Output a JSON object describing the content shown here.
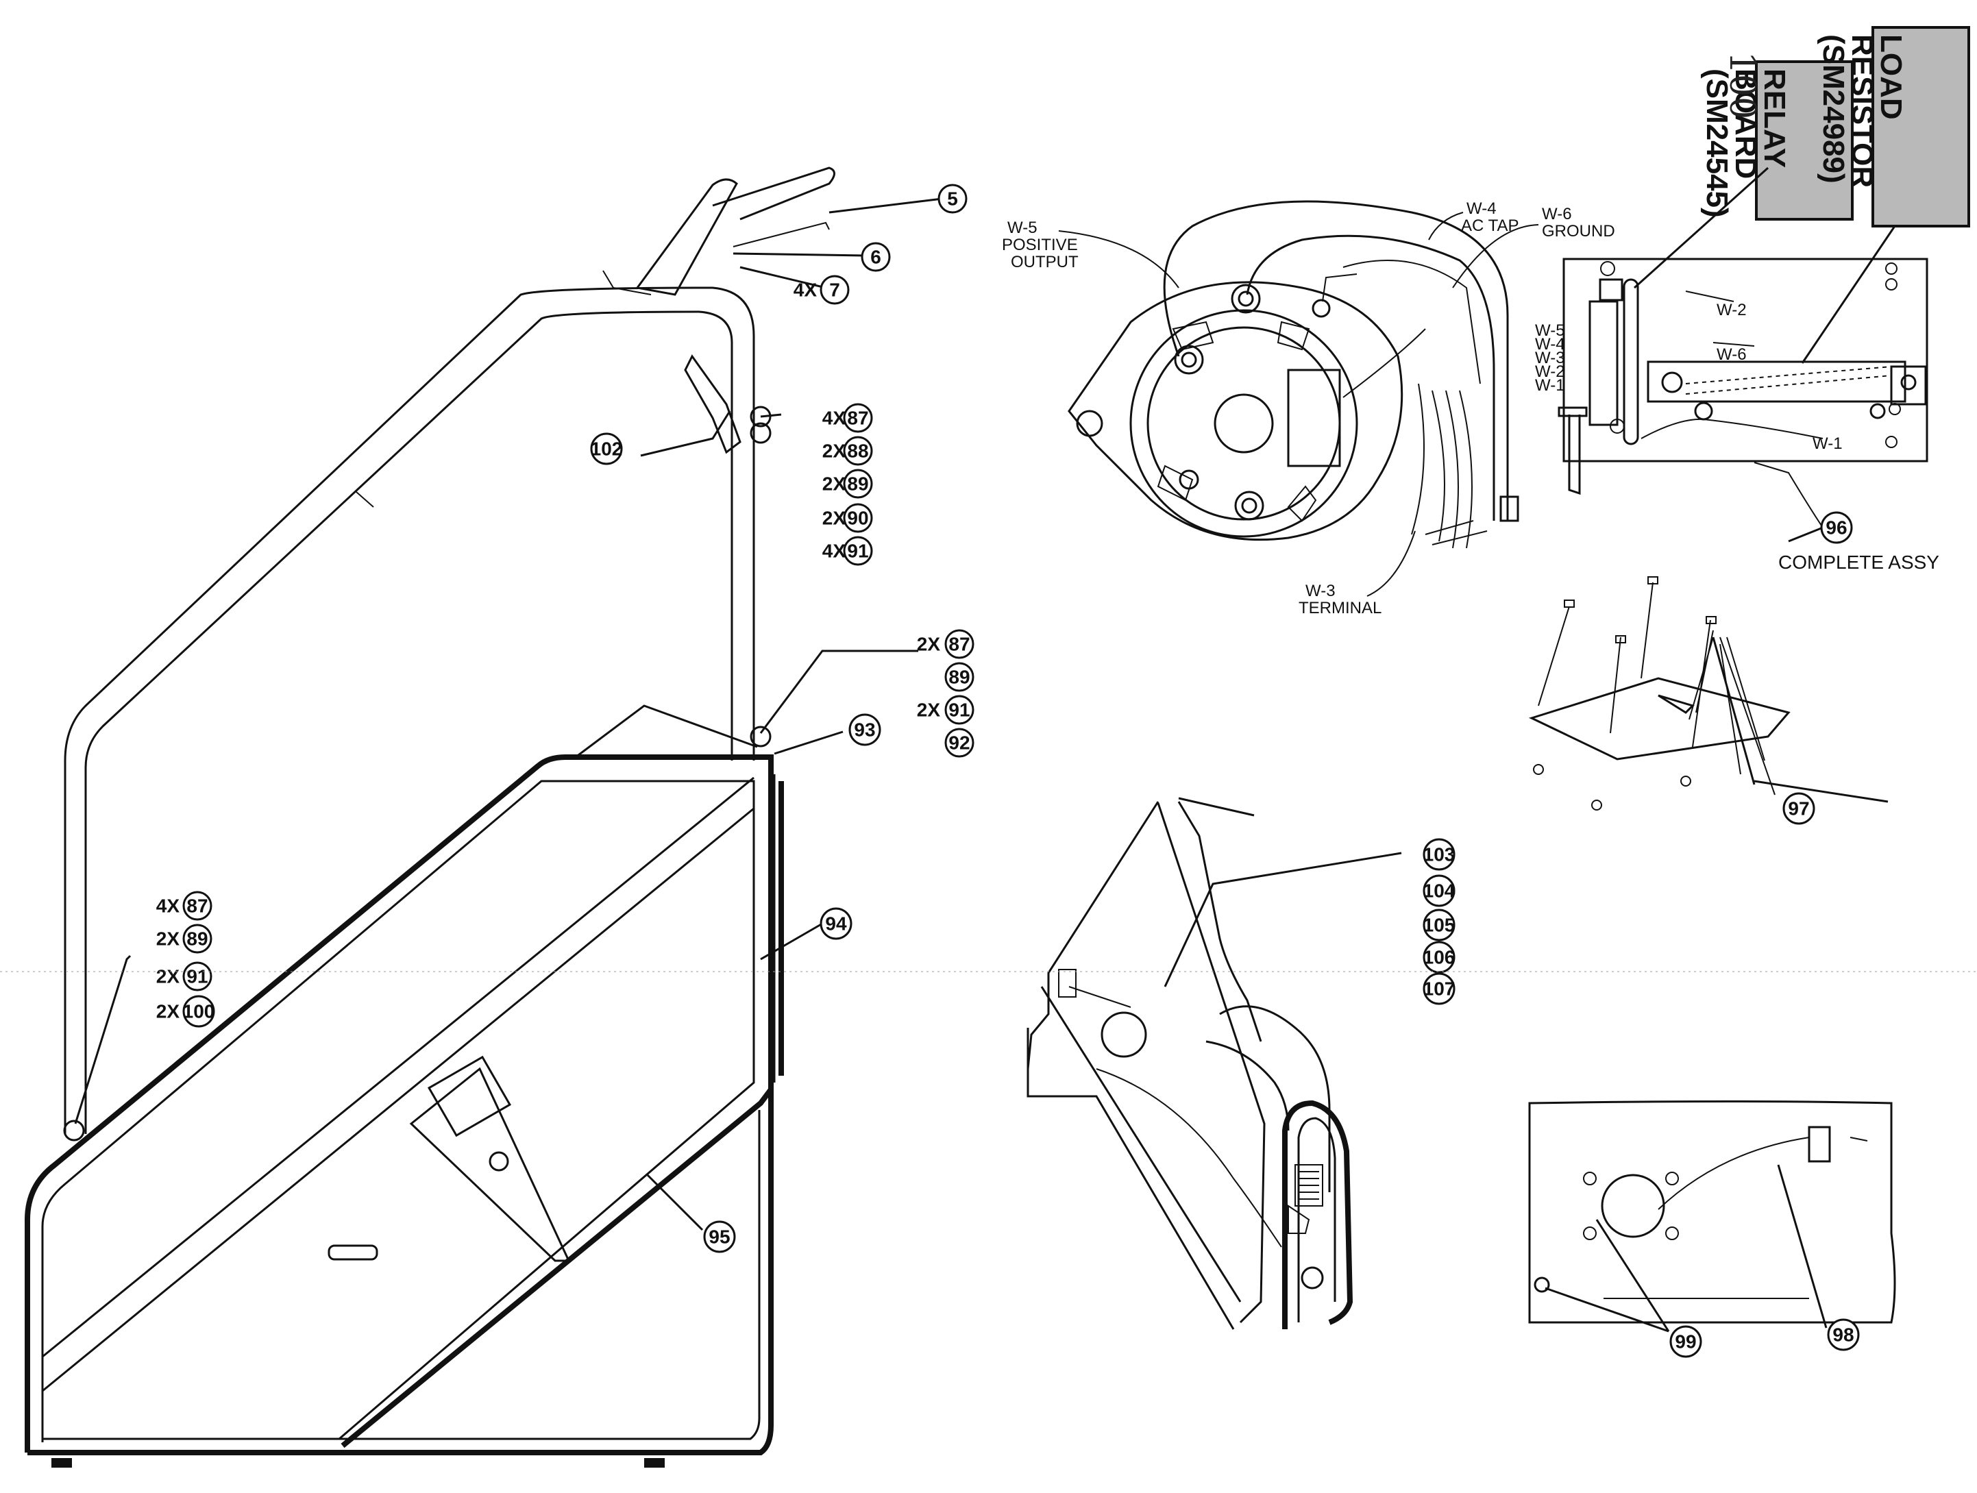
{
  "callouts": {
    "c5": "5",
    "c6": "6",
    "c7": "7",
    "q7": "4X",
    "c102": "102",
    "c87a": "87",
    "q87a": "4X",
    "c88": "88",
    "q88": "2X",
    "c89a": "89",
    "q89a": "2X",
    "c90": "90",
    "q90": "2X",
    "c91a": "91",
    "q91a": "4X",
    "c87b": "87",
    "q87b": "2X",
    "c89b": "89",
    "c91b": "91",
    "q91b": "2X",
    "c92": "92",
    "c93": "93",
    "c94": "94",
    "c95": "95",
    "c87c": "87",
    "q87c": "4X",
    "c89c": "89",
    "q89c": "2X",
    "c91c": "91",
    "q91c": "2X",
    "c100": "100",
    "q100": "2X",
    "c96": "96",
    "c97": "97",
    "c98": "98",
    "c99": "99",
    "c103": "103",
    "c104": "104",
    "c105": "105",
    "c106": "106",
    "c107": "107"
  },
  "wire_labels": {
    "w5_a": "W-5",
    "w5_b": "POSITIVE",
    "w5_c": "OUTPUT",
    "w4_a": "W-4",
    "w4_b": "AC TAP",
    "w6_a": "W-6",
    "w6_b": "GROUND",
    "w3_a": "W-3",
    "w3_b": "TERMINAL",
    "board_w5": "W-5",
    "board_w4": "W-4",
    "board_w3": "W-3",
    "board_w2": "W-2",
    "board_w1": "W-1",
    "board_w2_top": "W-2",
    "board_w6": "W-6",
    "board_w1_bottom": "W-1"
  },
  "assy_label": "COMPLETE ASSY",
  "boxes": {
    "relay_lines": [
      "RELAY",
      "BOARD",
      "(SM24545)"
    ],
    "resistor_lines": [
      "LOAD",
      "RESISTOR",
      "(SM24989)"
    ]
  },
  "handwritten": "100"
}
